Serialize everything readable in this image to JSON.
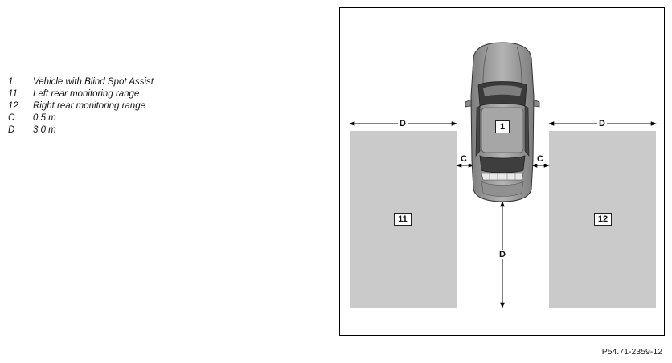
{
  "legend": [
    {
      "key": "1",
      "text": "Vehicle with Blind Spot Assist"
    },
    {
      "key": "11",
      "text": "Left rear monitoring range"
    },
    {
      "key": "12",
      "text": "Right rear monitoring range"
    },
    {
      "key": "C",
      "text": "0.5 m"
    },
    {
      "key": "D",
      "text": "3.0 m"
    }
  ],
  "figure": {
    "car_label": "1",
    "left_zone_label": "11",
    "right_zone_label": "12",
    "dim_c_left": "C",
    "dim_c_right": "C",
    "dim_d_left": "D",
    "dim_d_right": "D",
    "dim_d_rear": "D"
  },
  "figure_id": "P54.71-2359-12"
}
